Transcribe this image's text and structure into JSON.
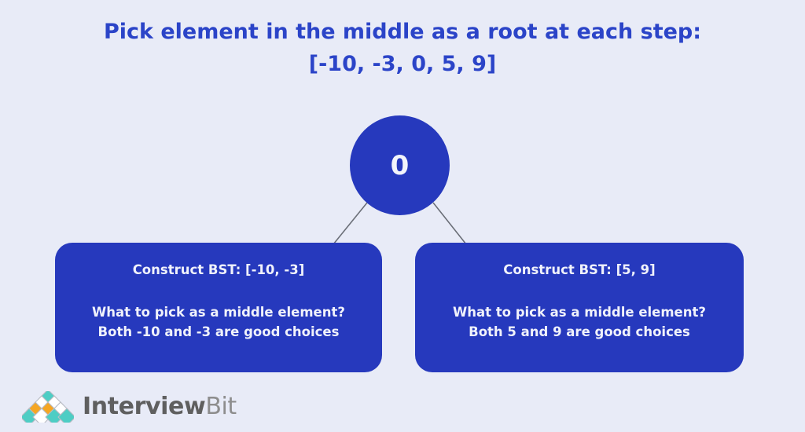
{
  "page": {
    "background_color": "#e8ebf7"
  },
  "heading": {
    "line1": "Pick element in the middle as a root at each step:",
    "line2": "[-10, -3, 0, 5, 9]",
    "color": "#2b44c8"
  },
  "tree": {
    "root": {
      "label": "0",
      "fill_color": "#2639bd",
      "text_color": "#f2f4fb"
    },
    "edge_color": "#6b6f78",
    "children": [
      {
        "side": "left",
        "title": "Construct BST: [-10, -3]",
        "question": "What to pick as a middle element?",
        "answer": "Both -10 and -3 are good choices",
        "fill_color": "#2639bd",
        "text_color": "#f0f2fb"
      },
      {
        "side": "right",
        "title": "Construct BST: [5, 9]",
        "question": "What to pick as a middle element?",
        "answer": "Both 5 and 9 are good choices",
        "fill_color": "#2639bd",
        "text_color": "#f0f2fb"
      }
    ]
  },
  "logo": {
    "mark_icon": "interviewbit-diamond-pyramid-icon",
    "name_bold": "Interview",
    "name_light": "Bit",
    "colors": {
      "teal": "#4ecdc4",
      "orange": "#f5a623",
      "white": "#ffffff",
      "outline": "#b9bcc4",
      "text_bold": "#5f5f5f",
      "text_light": "#8d8d8d"
    }
  }
}
